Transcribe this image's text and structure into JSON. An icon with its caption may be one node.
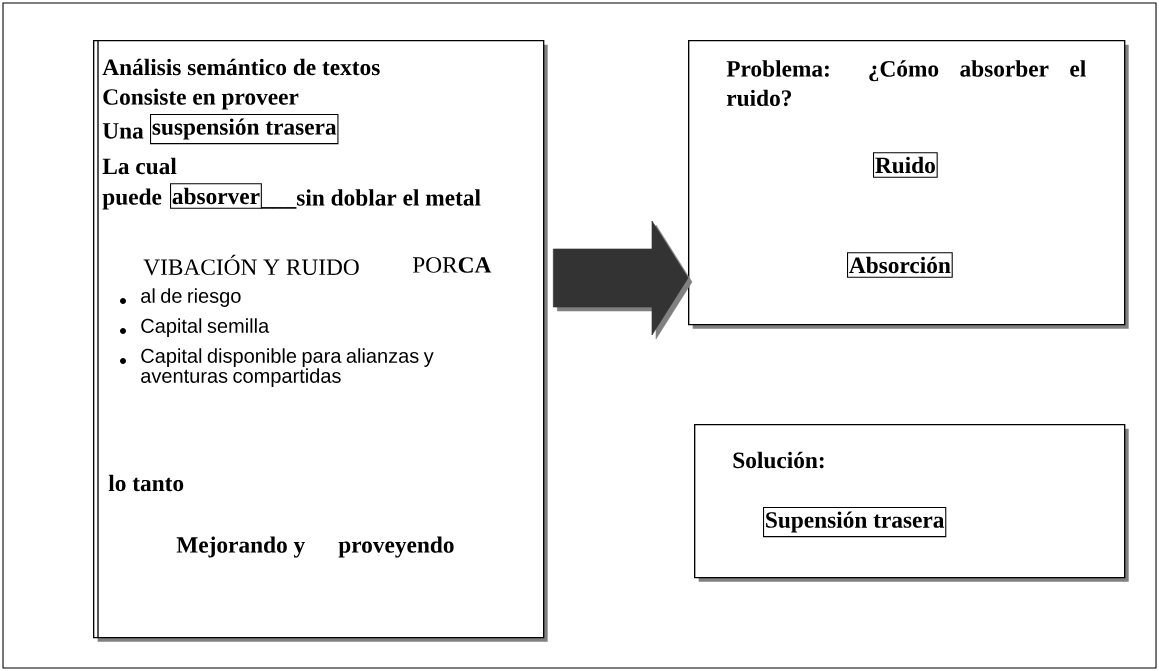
{
  "diagram": {
    "nodes": [
      {
        "text": [
          "Análisis semántico de textos",
          "Consiste en proveer",
          "Una",
          "La cual",
          "puede",
          "___sin doblar el metal",
          "VIBACIÓN Y RUIDO",
          "POR**CA**",
          "al de riesgo",
          "Capital semilla",
          "Capital disponible para alianzas y aventuras compartidas",
          "lo tanto",
          "Mejorando y",
          "proveyendo"
        ]
      },
      {
        "text": [
          "suspensión trasera"
        ],
        "in": 0
      },
      {
        "text": [
          "absorver"
        ],
        "in": 0
      },
      {
        "text": [
          "Problema: ¿Cómo absorber el ruido?"
        ]
      },
      {
        "text": [
          "Ruido"
        ],
        "in": 3
      },
      {
        "text": [
          "Absorción"
        ],
        "in": 3
      },
      {
        "text": [
          "Solución:"
        ]
      },
      {
        "text": [
          "Supensión trasera"
        ],
        "in": 6
      }
    ],
    "edges": [
      {
        "from": 0,
        "to": 3,
        "arrow": "to",
        "style": "thick"
      }
    ]
  }
}
